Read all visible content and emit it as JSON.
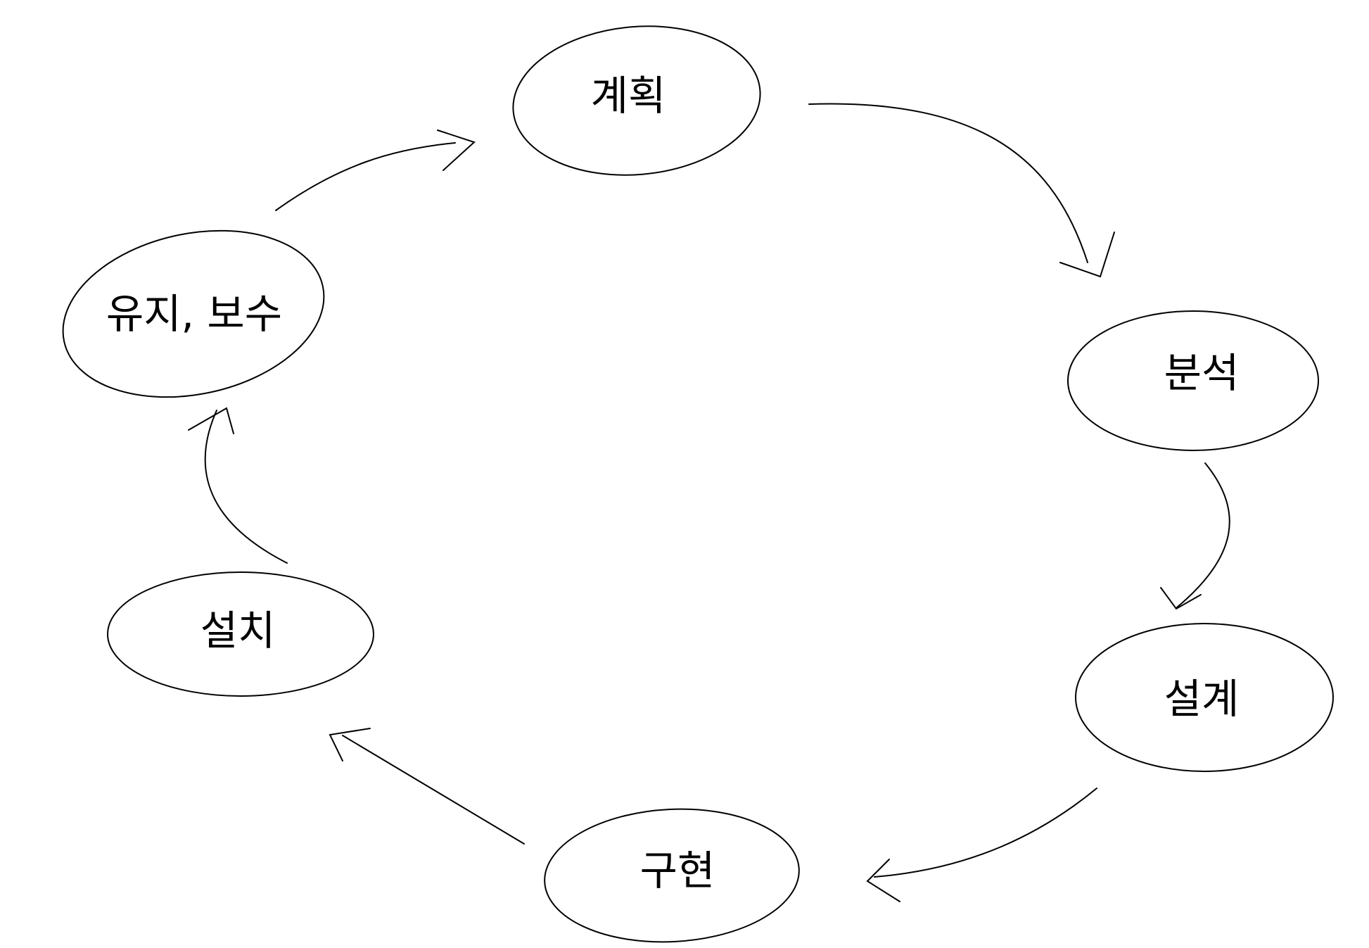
{
  "diagram": {
    "type": "cycle",
    "stroke_color": "#000000",
    "background": "#ffffff",
    "nodes": [
      {
        "id": "plan",
        "label": "계획"
      },
      {
        "id": "analysis",
        "label": "분석"
      },
      {
        "id": "design",
        "label": "설계"
      },
      {
        "id": "implementation",
        "label": "구현"
      },
      {
        "id": "installation",
        "label": "설치"
      },
      {
        "id": "maintenance",
        "label": "유지, 보수"
      }
    ],
    "edges": [
      {
        "from": "plan",
        "to": "analysis"
      },
      {
        "from": "analysis",
        "to": "design"
      },
      {
        "from": "design",
        "to": "implementation"
      },
      {
        "from": "implementation",
        "to": "installation"
      },
      {
        "from": "installation",
        "to": "maintenance"
      },
      {
        "from": "maintenance",
        "to": "plan"
      }
    ]
  }
}
